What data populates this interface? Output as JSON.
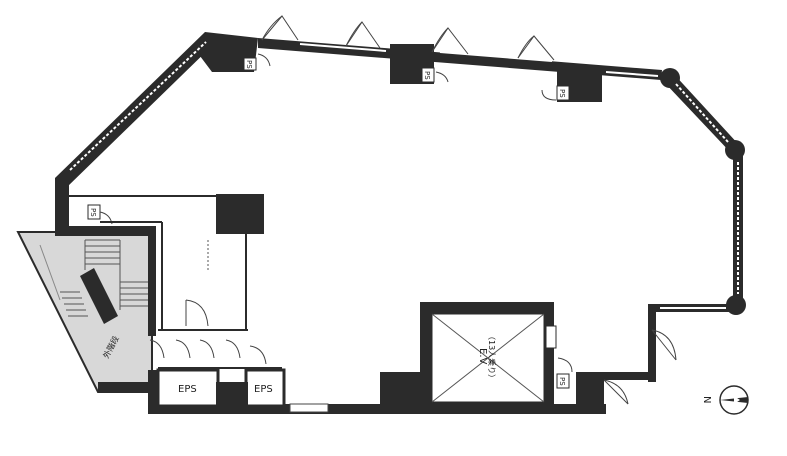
{
  "labels": {
    "ps": "PS",
    "eps": "EPS",
    "ev": "E.V",
    "ev_capacity": "（13人乗り）",
    "outer_stairs": "外階段",
    "north": "N"
  },
  "colors": {
    "wall": "#2b2b2b",
    "stair_fill": "#d8d8d8",
    "background": "#ffffff"
  }
}
